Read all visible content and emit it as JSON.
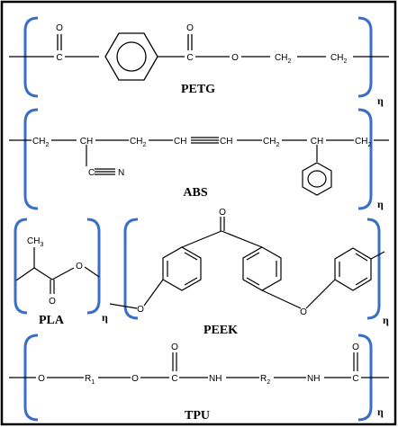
{
  "accent_color": "#3a6fc4",
  "panels": {
    "petg": {
      "label": "PETG",
      "repeat": "η",
      "atoms": {
        "c1": "C",
        "o1": "O",
        "c2": "C",
        "o2": "O",
        "o3": "O",
        "ch2a": "CH",
        "ch2b": "CH",
        "sub2": "2"
      }
    },
    "abs": {
      "label": "ABS",
      "repeat": "η",
      "atoms": {
        "ch2": "CH",
        "sub2": "2",
        "ch": "CH",
        "chtriple": "CH",
        "cn_c": "C",
        "cn_n": "N"
      }
    },
    "pla": {
      "label": "PLA",
      "repeat": "η",
      "atoms": {
        "ch3": "CH",
        "sub3": "3",
        "o_ester": "O",
        "o_carbonyl": "O"
      }
    },
    "peek": {
      "label": "PEEK",
      "repeat": "η",
      "atoms": {
        "o_ketone": "O",
        "o_ether": "O",
        "o_left": "O"
      }
    },
    "tpu": {
      "label": "TPU",
      "repeat": "η",
      "atoms": {
        "o": "O",
        "r1": "R",
        "sub1": "1",
        "c": "C",
        "nh": "NH",
        "r2": "R",
        "sub2": "2"
      }
    }
  }
}
